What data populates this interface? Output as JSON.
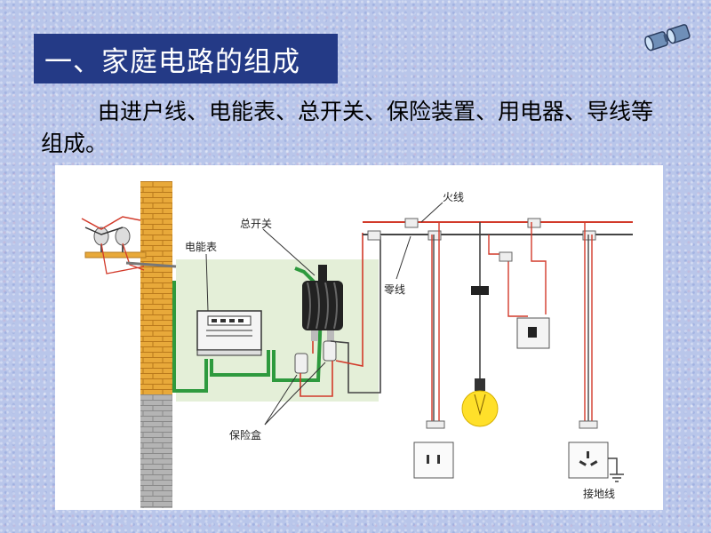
{
  "slide": {
    "title": "一、家庭电路的组成",
    "intro_text": "由进户线、电能表、总开关、保险装置、用电器、导线等组成。"
  },
  "diagram": {
    "labels": {
      "meter": "电能表",
      "main_switch": "总开关",
      "live_wire": "火线",
      "neutral_wire": "零线",
      "fuse_box": "保险盒",
      "ground_wire": "接地线"
    }
  },
  "colors": {
    "title_background": "#243a86",
    "live_wire": "#d23a2a",
    "neutral_wire": "#555555",
    "service_wire": "#2e9a3e",
    "panel_background": "#e4efd8",
    "bulb": "#ffe02a"
  },
  "icons": [
    "binoculars-icon"
  ]
}
